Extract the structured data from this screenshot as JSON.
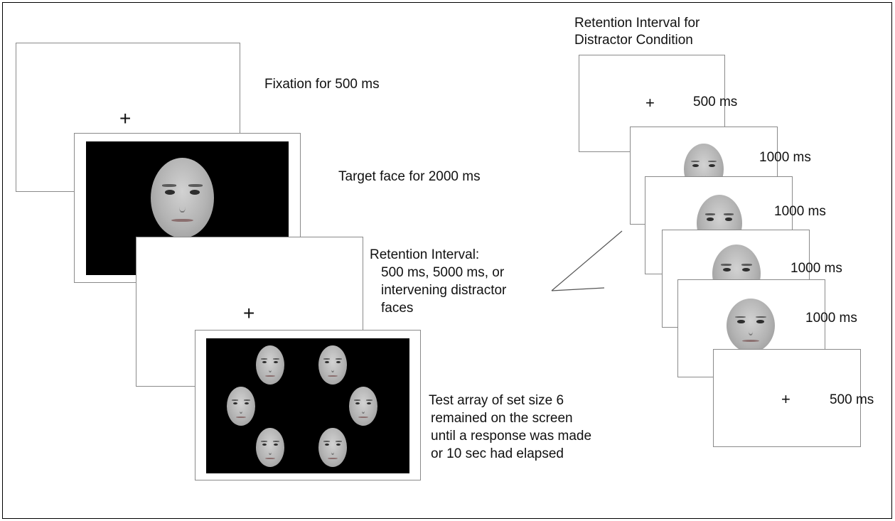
{
  "left_sequence": {
    "fixation_label": "Fixation for 500 ms",
    "target_label": "Target face for 2000 ms",
    "retention_label_lines": [
      "Retention Interval:",
      "500 ms, 5000 ms, or",
      "intervening distractor",
      "faces"
    ],
    "test_label_lines": [
      "Test array of set size 6",
      "remained on the screen",
      "until a response was made",
      "or 10 sec had elapsed"
    ],
    "fixation_symbol": "+"
  },
  "right_sequence": {
    "title_lines": [
      "Retention Interval for",
      "Distractor Condition"
    ],
    "durations": [
      "500 ms",
      "1000 ms",
      "1000 ms",
      "1000 ms",
      "1000 ms",
      "500 ms"
    ],
    "fixation_symbol": "+"
  }
}
